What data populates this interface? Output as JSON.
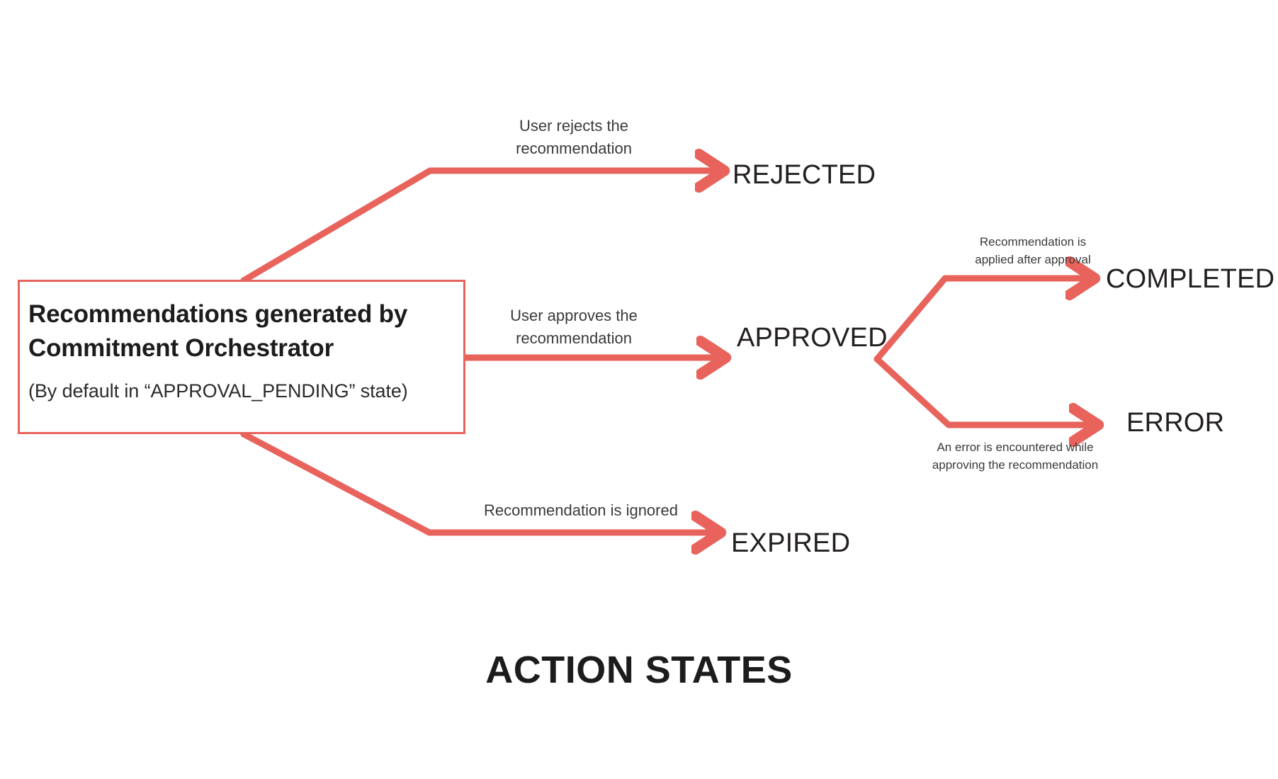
{
  "diagram": {
    "title": "ACTION STATES",
    "accent_color": "#e8635c",
    "text_color": "#231f20",
    "background": "#ffffff",
    "source_node": {
      "title": "Recommendations generated by Commitment Orchestrator",
      "subtitle": "(By default in “APPROVAL_PENDING” state)"
    },
    "states": {
      "rejected": "REJECTED",
      "approved": "APPROVED",
      "expired": "EXPIRED",
      "completed": "COMPLETED",
      "error": "ERROR"
    },
    "transitions": [
      {
        "from": "source",
        "to": "REJECTED",
        "label": "User rejects the\nrecommendation"
      },
      {
        "from": "source",
        "to": "APPROVED",
        "label": "User approves the\nrecommendation"
      },
      {
        "from": "source",
        "to": "EXPIRED",
        "label": "Recommendation is ignored"
      },
      {
        "from": "APPROVED",
        "to": "COMPLETED",
        "label": "Recommendation is\napplied after approval"
      },
      {
        "from": "APPROVED",
        "to": "ERROR",
        "label": "An error is encountered while\napproving the recommendation"
      }
    ],
    "edge_labels": {
      "rejected": "User rejects the\nrecommendation",
      "approved": "User approves the\nrecommendation",
      "expired": "Recommendation is ignored",
      "completed": "Recommendation is\napplied after approval",
      "error": "An error is encountered while\napproving the recommendation"
    }
  }
}
